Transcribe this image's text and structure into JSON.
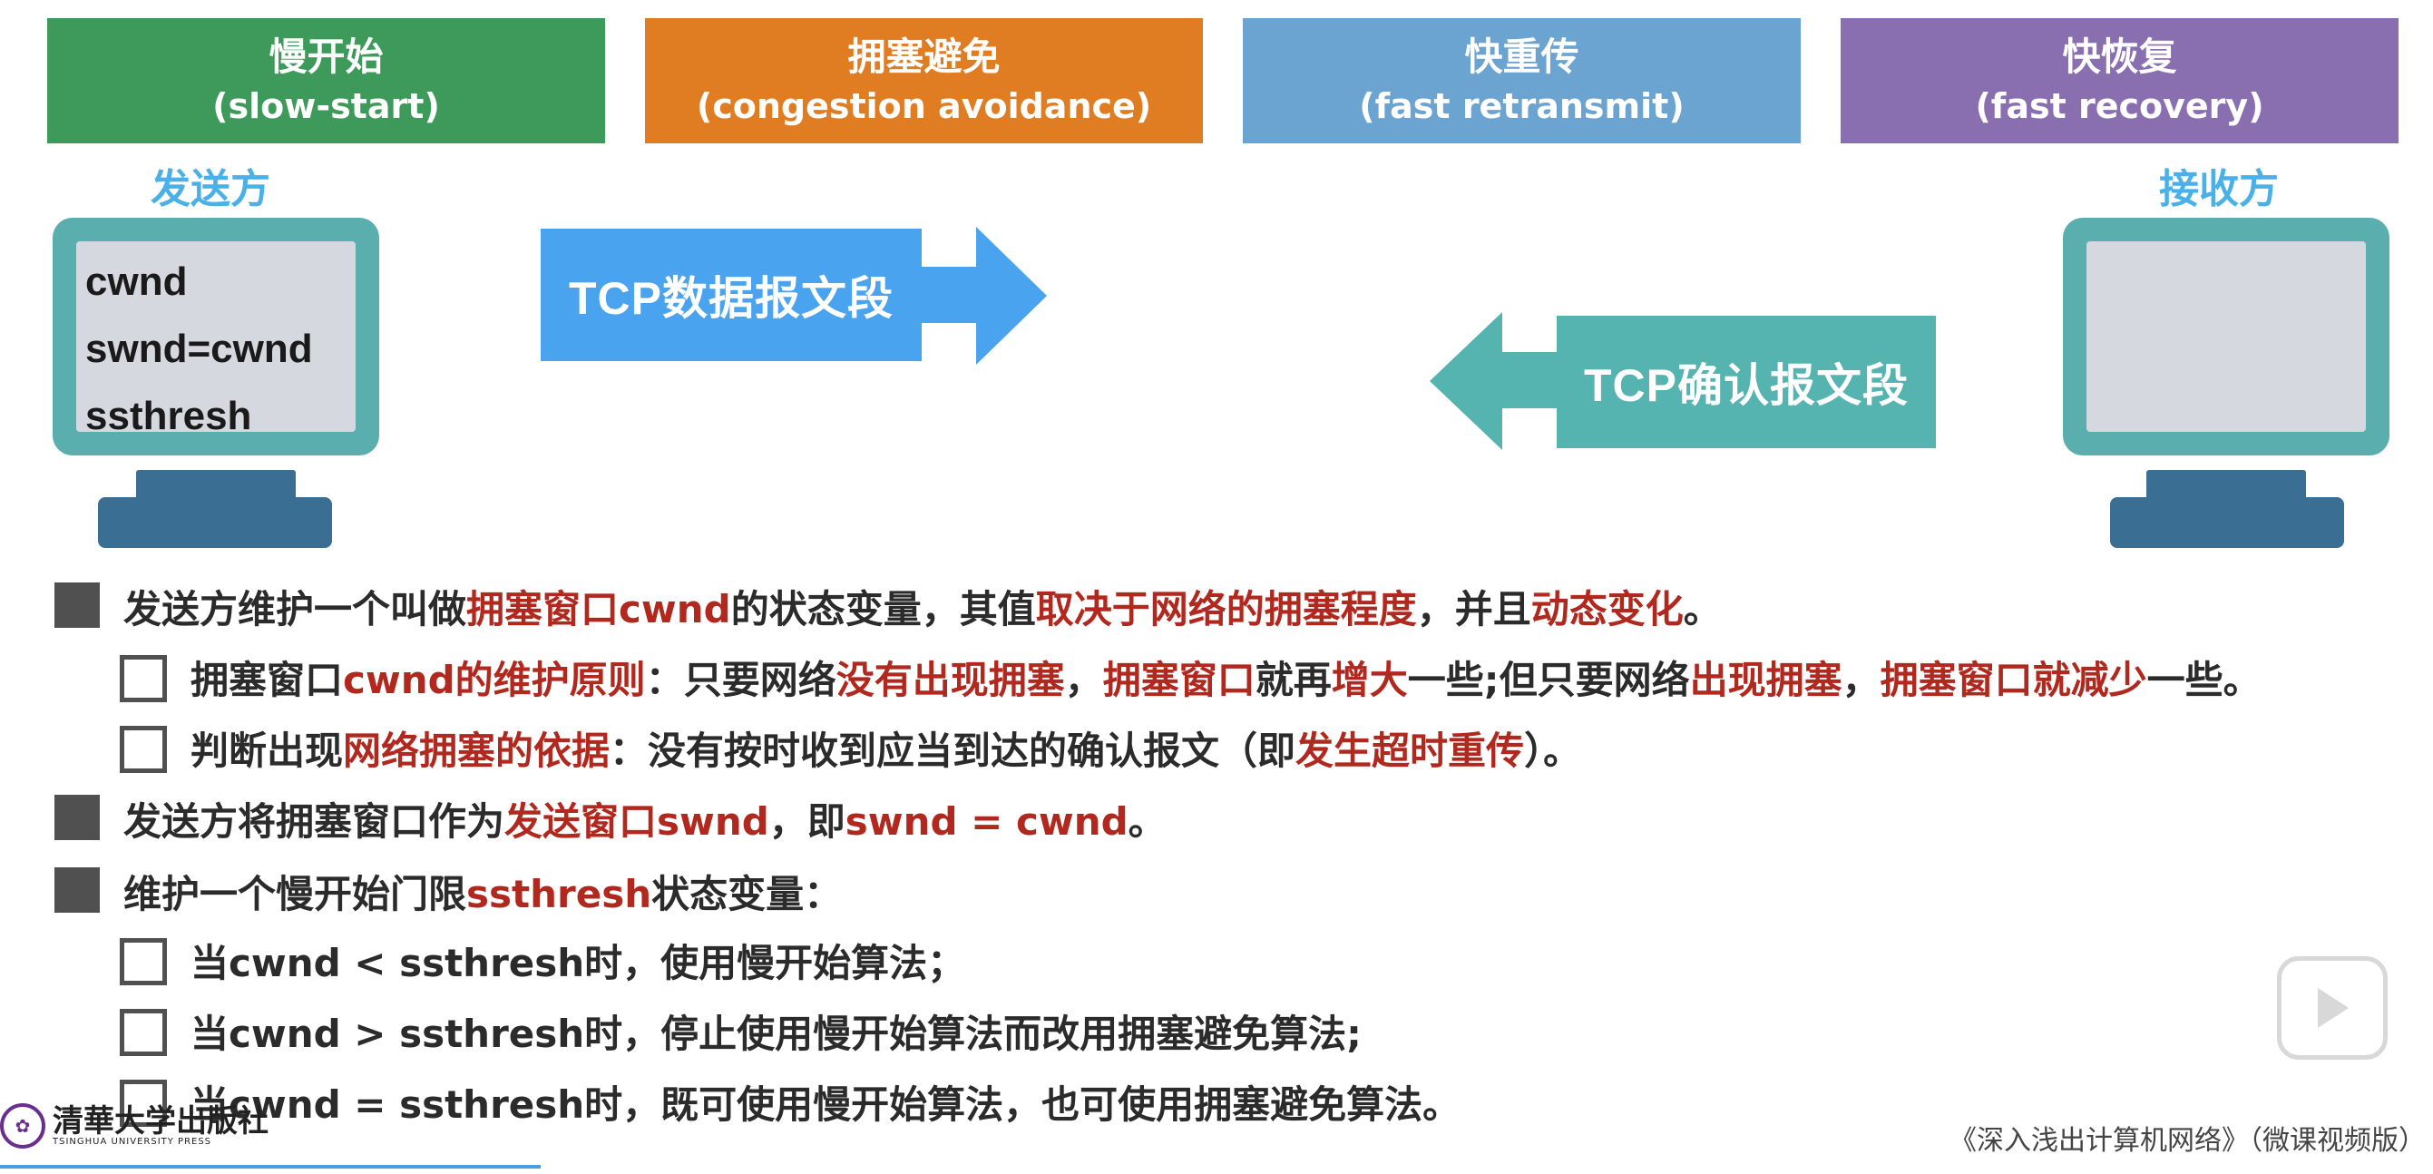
{
  "phases": [
    {
      "cn": "慢开始",
      "en": "(slow-start)",
      "color": "#3e9a5a"
    },
    {
      "cn": "拥塞避免",
      "en": "(congestion avoidance)",
      "color": "#e07c22"
    },
    {
      "cn": "快重传",
      "en": "(fast retransmit)",
      "color": "#6ba4d0"
    },
    {
      "cn": "快恢复",
      "en": "(fast recovery)",
      "color": "#8a6fb0"
    }
  ],
  "sender": {
    "label": "发送方",
    "vars": [
      "cwnd",
      "swnd=cwnd",
      "ssthresh"
    ]
  },
  "receiver": {
    "label": "接收方"
  },
  "segments": {
    "data": {
      "label": "TCP数据报文段",
      "color": "#4aa3ee"
    },
    "ack": {
      "label": "TCP确认报文段",
      "color": "#55b3b0"
    }
  },
  "bullets": {
    "b1": {
      "p1": "发送方维护一个叫做",
      "h1": "拥塞窗口cwnd",
      "p2": "的状态变量，其值",
      "h2": "取决于网络的拥塞程度",
      "p3": "，并且",
      "h3": "动态变化",
      "p4": "。"
    },
    "b1a": {
      "p1": "拥塞窗口",
      "h1": "cwnd的维护原则",
      "p2": "：只要网络",
      "h2": "没有出现拥塞",
      "p3": "，",
      "h3": "拥塞窗口",
      "p4": "就再",
      "h4": "增大",
      "p5": "一些;但只要网络",
      "h5": "出现拥塞",
      "p6": "，",
      "h6": "拥塞窗口就减少",
      "p7": "一些。"
    },
    "b1b": {
      "p1": "判断出现",
      "h1": "网络拥塞的依据",
      "p2": "：没有按时收到应当到达的确认报文（即",
      "h2": "发生超时重传",
      "p3": "）。"
    },
    "b2": {
      "p1": "发送方将拥塞窗口作为",
      "h1": "发送窗口swnd",
      "p2": "，即",
      "h2": "swnd = cwnd",
      "p3": "。"
    },
    "b3": {
      "p1": "维护一个慢开始门限",
      "h1": "ssthresh",
      "p2": "状态变量："
    },
    "b3a": "当cwnd < ssthresh时，使用慢开始算法；",
    "b3b": "当cwnd > ssthresh时，停止使用慢开始算法而改用拥塞避免算法;",
    "b3c": "当cwnd = ssthresh时，既可使用慢开始算法，也可使用拥塞避免算法。"
  },
  "footer": {
    "publisher_cn": "清華大学出版社",
    "publisher_en": "TSINGHUA UNIVERSITY PRESS",
    "book_title": "《深入浅出计算机网络》（微课视频版）"
  },
  "icons": {
    "play": "play-icon"
  }
}
